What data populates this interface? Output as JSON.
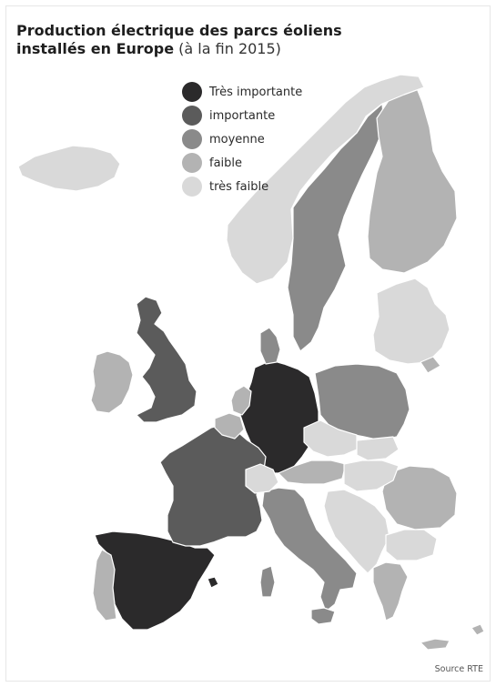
{
  "title": {
    "line1": "Production électrique des parcs éoliens",
    "line2_bold": "installés en Europe",
    "line2_light": "(à la fin 2015)"
  },
  "legend": [
    {
      "key": "tres_importante",
      "label": "Très importante",
      "color": "#2b2a2b"
    },
    {
      "key": "importante",
      "label": "importante",
      "color": "#5b5b5b"
    },
    {
      "key": "moyenne",
      "label": "moyenne",
      "color": "#8a8a8a"
    },
    {
      "key": "faible",
      "label": "faible",
      "color": "#b3b3b3"
    },
    {
      "key": "tres_faible",
      "label": "très faible",
      "color": "#d9d9d9"
    }
  ],
  "countries": [
    {
      "name": "Allemagne",
      "category": "tres_importante"
    },
    {
      "name": "Espagne",
      "category": "tres_importante"
    },
    {
      "name": "Royaume-Uni",
      "category": "importante"
    },
    {
      "name": "France",
      "category": "importante"
    },
    {
      "name": "Suède",
      "category": "moyenne"
    },
    {
      "name": "Pologne",
      "category": "moyenne"
    },
    {
      "name": "Italie",
      "category": "moyenne"
    },
    {
      "name": "Danemark",
      "category": "moyenne"
    },
    {
      "name": "Irlande",
      "category": "faible"
    },
    {
      "name": "Portugal",
      "category": "faible"
    },
    {
      "name": "Roumanie",
      "category": "faible"
    },
    {
      "name": "Finlande",
      "category": "faible"
    },
    {
      "name": "Autriche",
      "category": "faible"
    },
    {
      "name": "Pays-Bas",
      "category": "faible"
    },
    {
      "name": "Grèce",
      "category": "faible"
    },
    {
      "name": "Belgique",
      "category": "faible"
    },
    {
      "name": "Islande",
      "category": "tres_faible"
    },
    {
      "name": "Norvège",
      "category": "tres_faible"
    },
    {
      "name": "États baltes",
      "category": "tres_faible"
    },
    {
      "name": "Tchéquie",
      "category": "tres_faible"
    },
    {
      "name": "Hongrie",
      "category": "tres_faible"
    },
    {
      "name": "Suisse",
      "category": "tres_faible"
    },
    {
      "name": "Balkans",
      "category": "tres_faible"
    },
    {
      "name": "Bulgarie",
      "category": "tres_faible"
    },
    {
      "name": "Slovaquie",
      "category": "tres_faible"
    }
  ],
  "source": "Source RTE"
}
